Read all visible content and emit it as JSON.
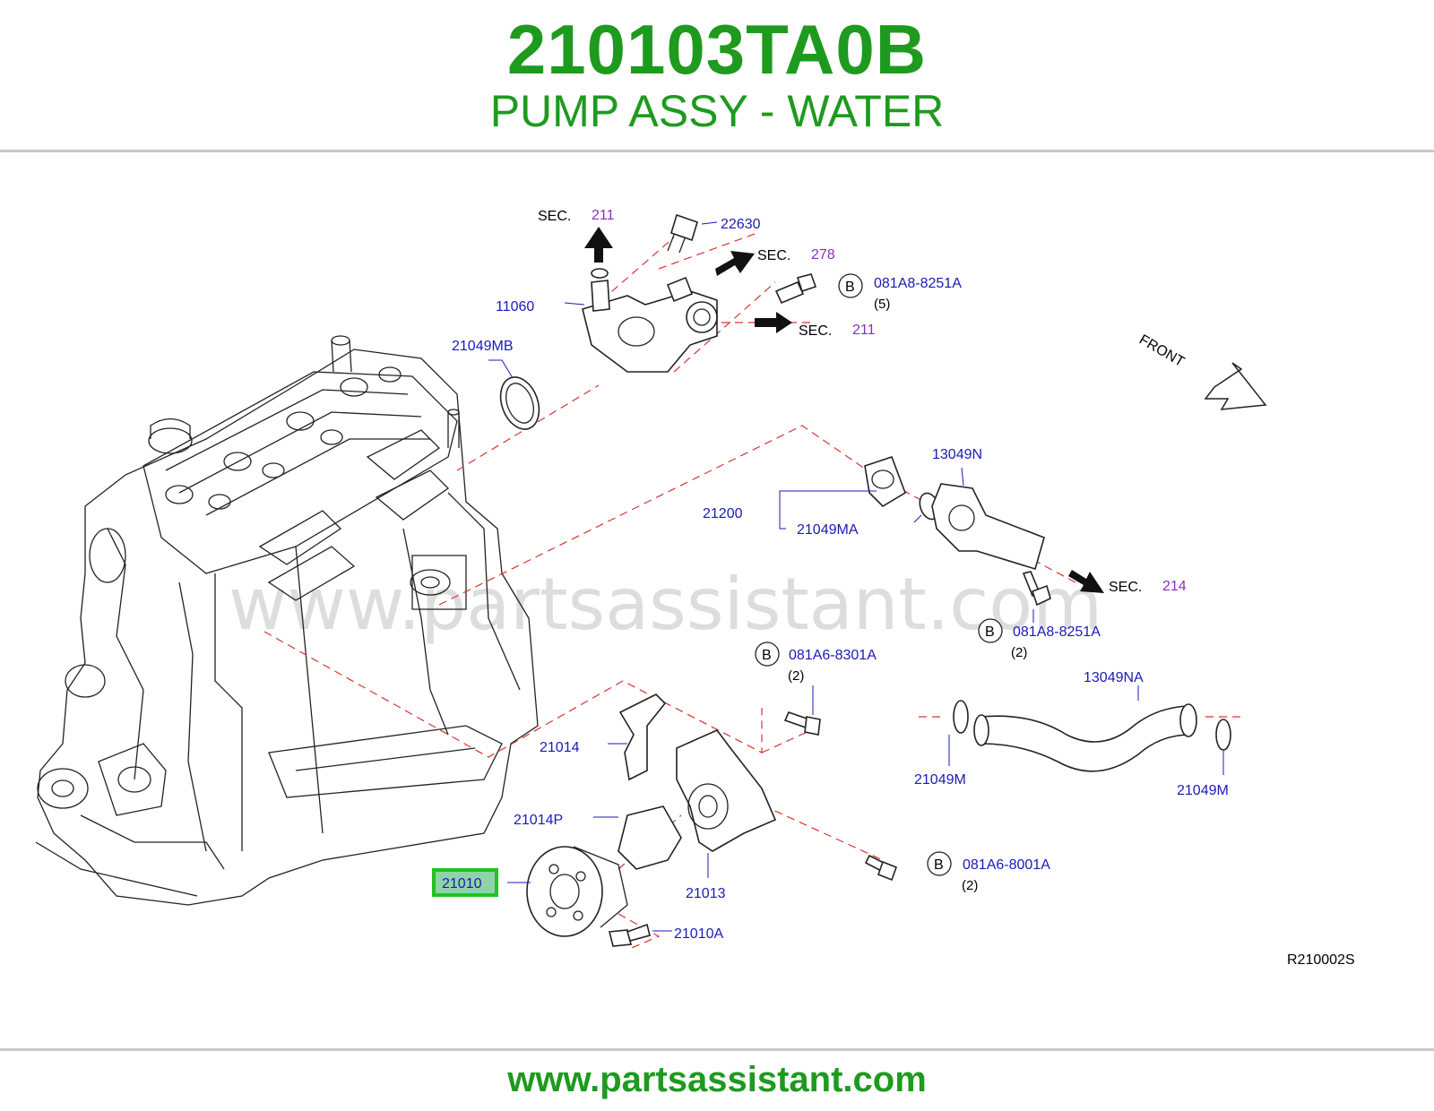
{
  "header": {
    "part_number": "210103TA0B",
    "part_name": "PUMP ASSY - WATER"
  },
  "footer": {
    "url": "www.partsassistant.com"
  },
  "watermark": "www.partsassistant.com",
  "diagram": {
    "code": "R210002S",
    "front_label": "FRONT",
    "highlight_color": "#22c322",
    "sections": [
      {
        "prefix": "SEC.",
        "number": "211"
      },
      {
        "prefix": "SEC.",
        "number": "278"
      },
      {
        "prefix": "SEC.",
        "number": "211"
      },
      {
        "prefix": "SEC.",
        "number": "214"
      }
    ],
    "callouts": [
      {
        "id": "22630"
      },
      {
        "id": "11060"
      },
      {
        "id": "21049MB"
      },
      {
        "id": "081A8-8251A",
        "marker": "B",
        "qty": "(5)"
      },
      {
        "id": "13049N"
      },
      {
        "id": "21200"
      },
      {
        "id": "21049MA"
      },
      {
        "id": "081A8-8251A",
        "marker": "B",
        "qty": "(2)"
      },
      {
        "id": "081A6-8301A",
        "marker": "B",
        "qty": "(2)"
      },
      {
        "id": "13049NA"
      },
      {
        "id": "21014"
      },
      {
        "id": "21049M"
      },
      {
        "id": "21049M"
      },
      {
        "id": "21014P"
      },
      {
        "id": "21010",
        "highlighted": true
      },
      {
        "id": "21013"
      },
      {
        "id": "081A6-8001A",
        "marker": "B",
        "qty": "(2)"
      },
      {
        "id": "21010A"
      }
    ]
  }
}
